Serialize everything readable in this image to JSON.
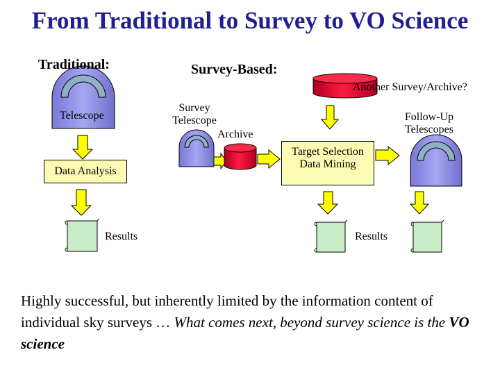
{
  "title": "From Traditional to Survey to VO Science",
  "traditional": {
    "heading": "Traditional:",
    "telescope_label": "Telescope",
    "analysis_label": "Data Analysis",
    "results_label": "Results"
  },
  "survey": {
    "heading": "Survey-Based:",
    "another_survey_label": "Another Survey/Archive?",
    "survey_telescope_line1": "Survey",
    "survey_telescope_line2": "Telescope",
    "archive_label": "Archive",
    "target_line1": "Target Selection",
    "target_line2": "Data Mining",
    "followup_line1": "Follow-Up",
    "followup_line2": "Telescopes",
    "results_label": "Results"
  },
  "summary": {
    "part1": "Highly successful, but inherently limited by the information content of individual sky surveys … ",
    "part2": "What comes next, beyond survey science is the ",
    "part3": "VO science"
  },
  "colors": {
    "title": "#1f1f8f",
    "dome": "#9999ee",
    "dome_shade": "#8aaec8",
    "cylinder": "#ee0033",
    "arrow": "#ffff00",
    "scroll": "#c8ecc8",
    "box": "#fbfbb3"
  }
}
